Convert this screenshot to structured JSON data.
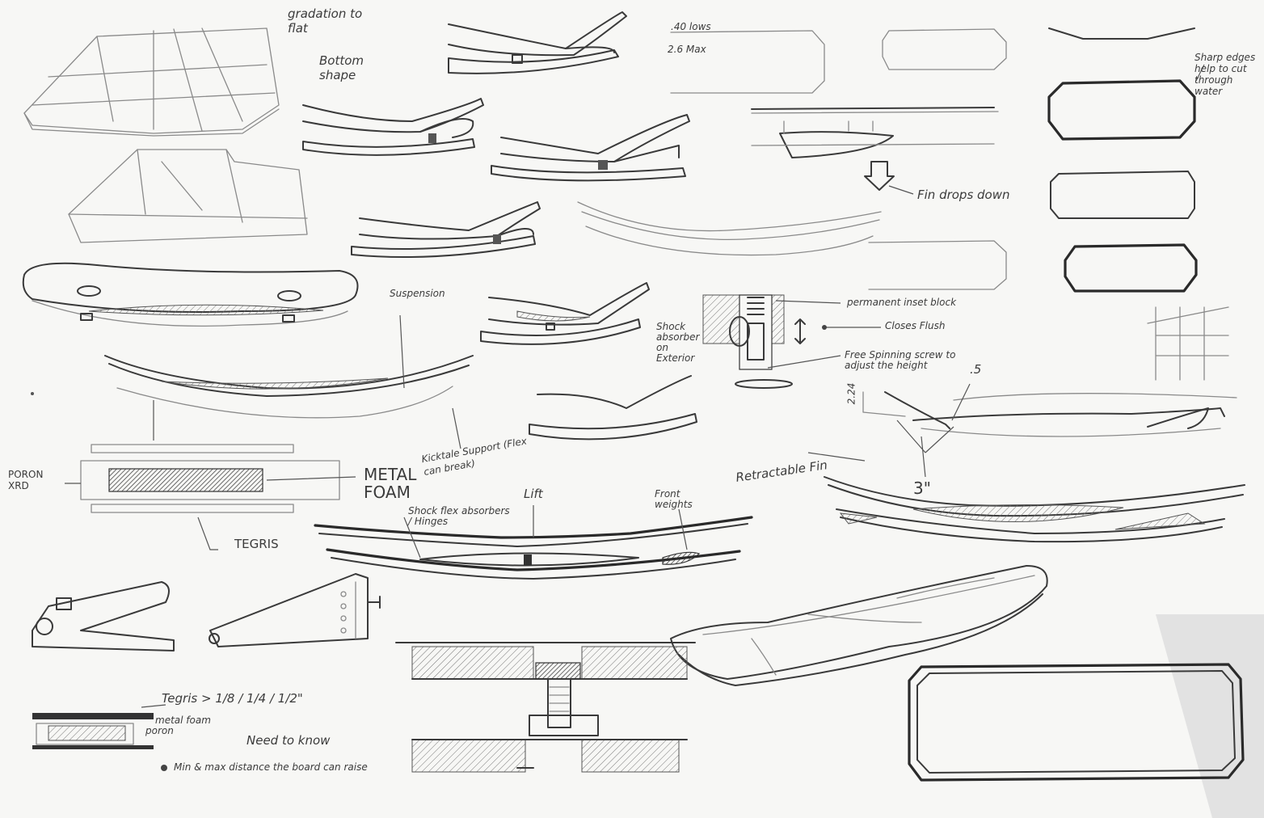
{
  "notes": {
    "gradation": "gradation to flat",
    "bottom_shape": "Bottom shape",
    "lows": ".40 lows",
    "max": "2.6 Max",
    "sharp_edges": "Sharp edges help to cut through water",
    "fin_drops": "Fin drops down",
    "suspension": "Suspension",
    "permanent_inset": "permanent inset block",
    "shock_absorber": "Shock absorber on Exterior",
    "closes_flush": "Closes Flush",
    "free_spinning": "Free Spinning screw to adjust the height",
    "dim_5": ".5",
    "dim_224": "2.24",
    "dim_3": "3\"",
    "kicktale": "Kicktale Support (Flex can break)",
    "poron_xrd": "PORON XRD",
    "metal_foam": "METAL FOAM",
    "tegris": "TEGRIS",
    "retractable_fin": "Retractable Fin",
    "lift": "Lift",
    "shock_flex": "Shock flex absorbers / Hinges",
    "front_weights": "Front weights",
    "tegris_sizes": "Tegris > 1/8 / 1/4 / 1/2\"",
    "metal_foam_sm": "metal foam",
    "poron_sm": "poron",
    "need_to_know": "Need to know",
    "min_max": "Min & max distance the board can raise"
  },
  "colors": {
    "paper": "#f7f7f5",
    "ink": "#3a3a3a",
    "corner_shade": "#e2e2e2"
  }
}
